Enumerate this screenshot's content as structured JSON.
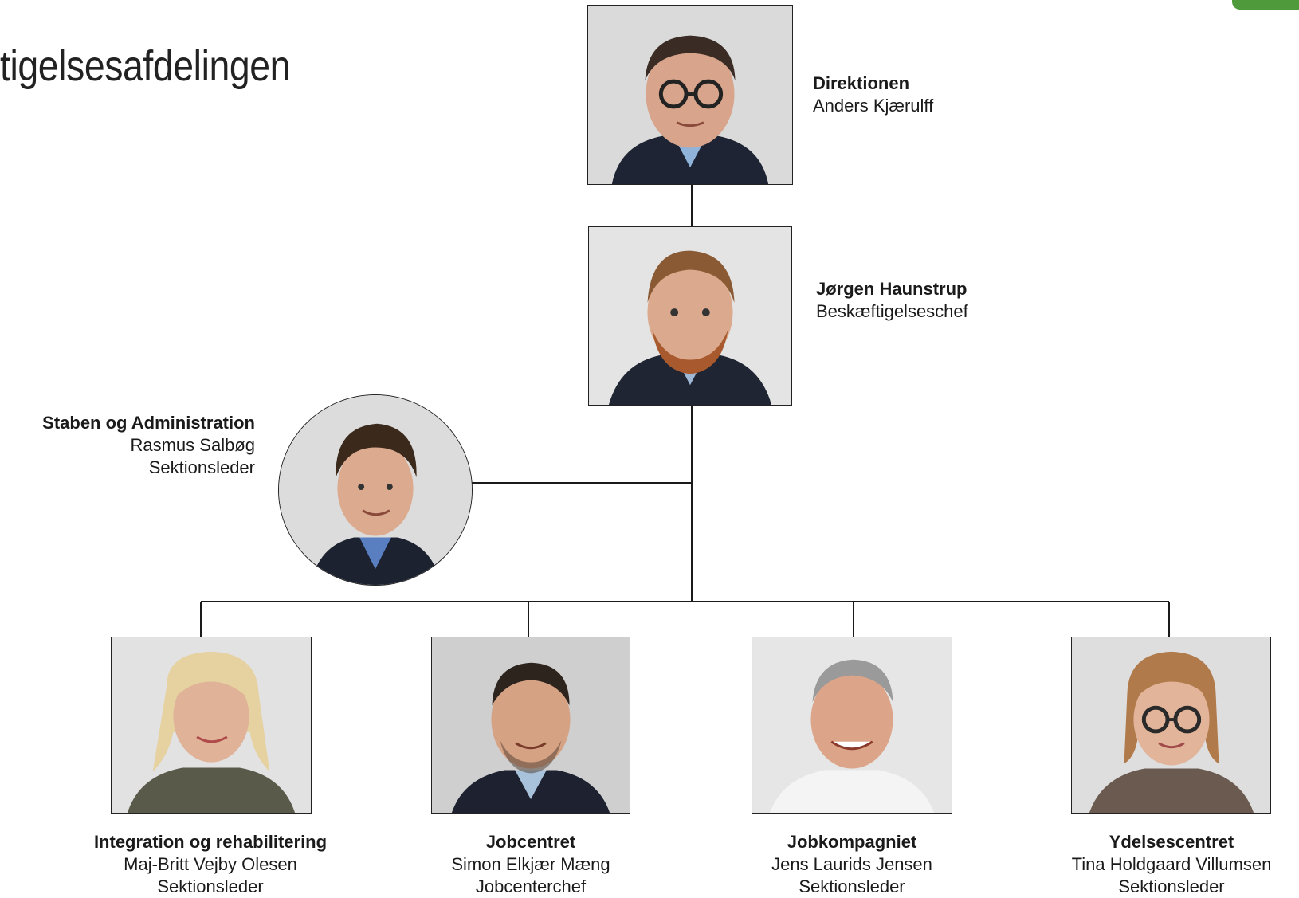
{
  "page_title": "tigelsesafdelingen",
  "colors": {
    "accent": "#4f9a3a",
    "line": "#1a1a1a"
  },
  "top": {
    "director": {
      "unit": "Direktionen",
      "name": "Anders Kjærulff",
      "role": ""
    },
    "chief": {
      "unit": "",
      "name": "Jørgen Haunstrup",
      "role": "Beskæftigelseschef"
    }
  },
  "staff": {
    "unit": "Staben og Administration",
    "name": "Rasmus Salbøg",
    "role": "Sektionsleder"
  },
  "sections": [
    {
      "unit": "Integration og rehabilitering",
      "name": "Maj-Britt Vejby Olesen",
      "role": "Sektionsleder"
    },
    {
      "unit": "Jobcentret",
      "name": "Simon Elkjær Mæng",
      "role": "Jobcenterchef"
    },
    {
      "unit": "Jobkompagniet",
      "name": "Jens Laurids Jensen",
      "role": "Sektionsleder"
    },
    {
      "unit": "Ydelsescentret",
      "name": "Tina Holdgaard Villumsen",
      "role": "Sektionsleder"
    }
  ]
}
